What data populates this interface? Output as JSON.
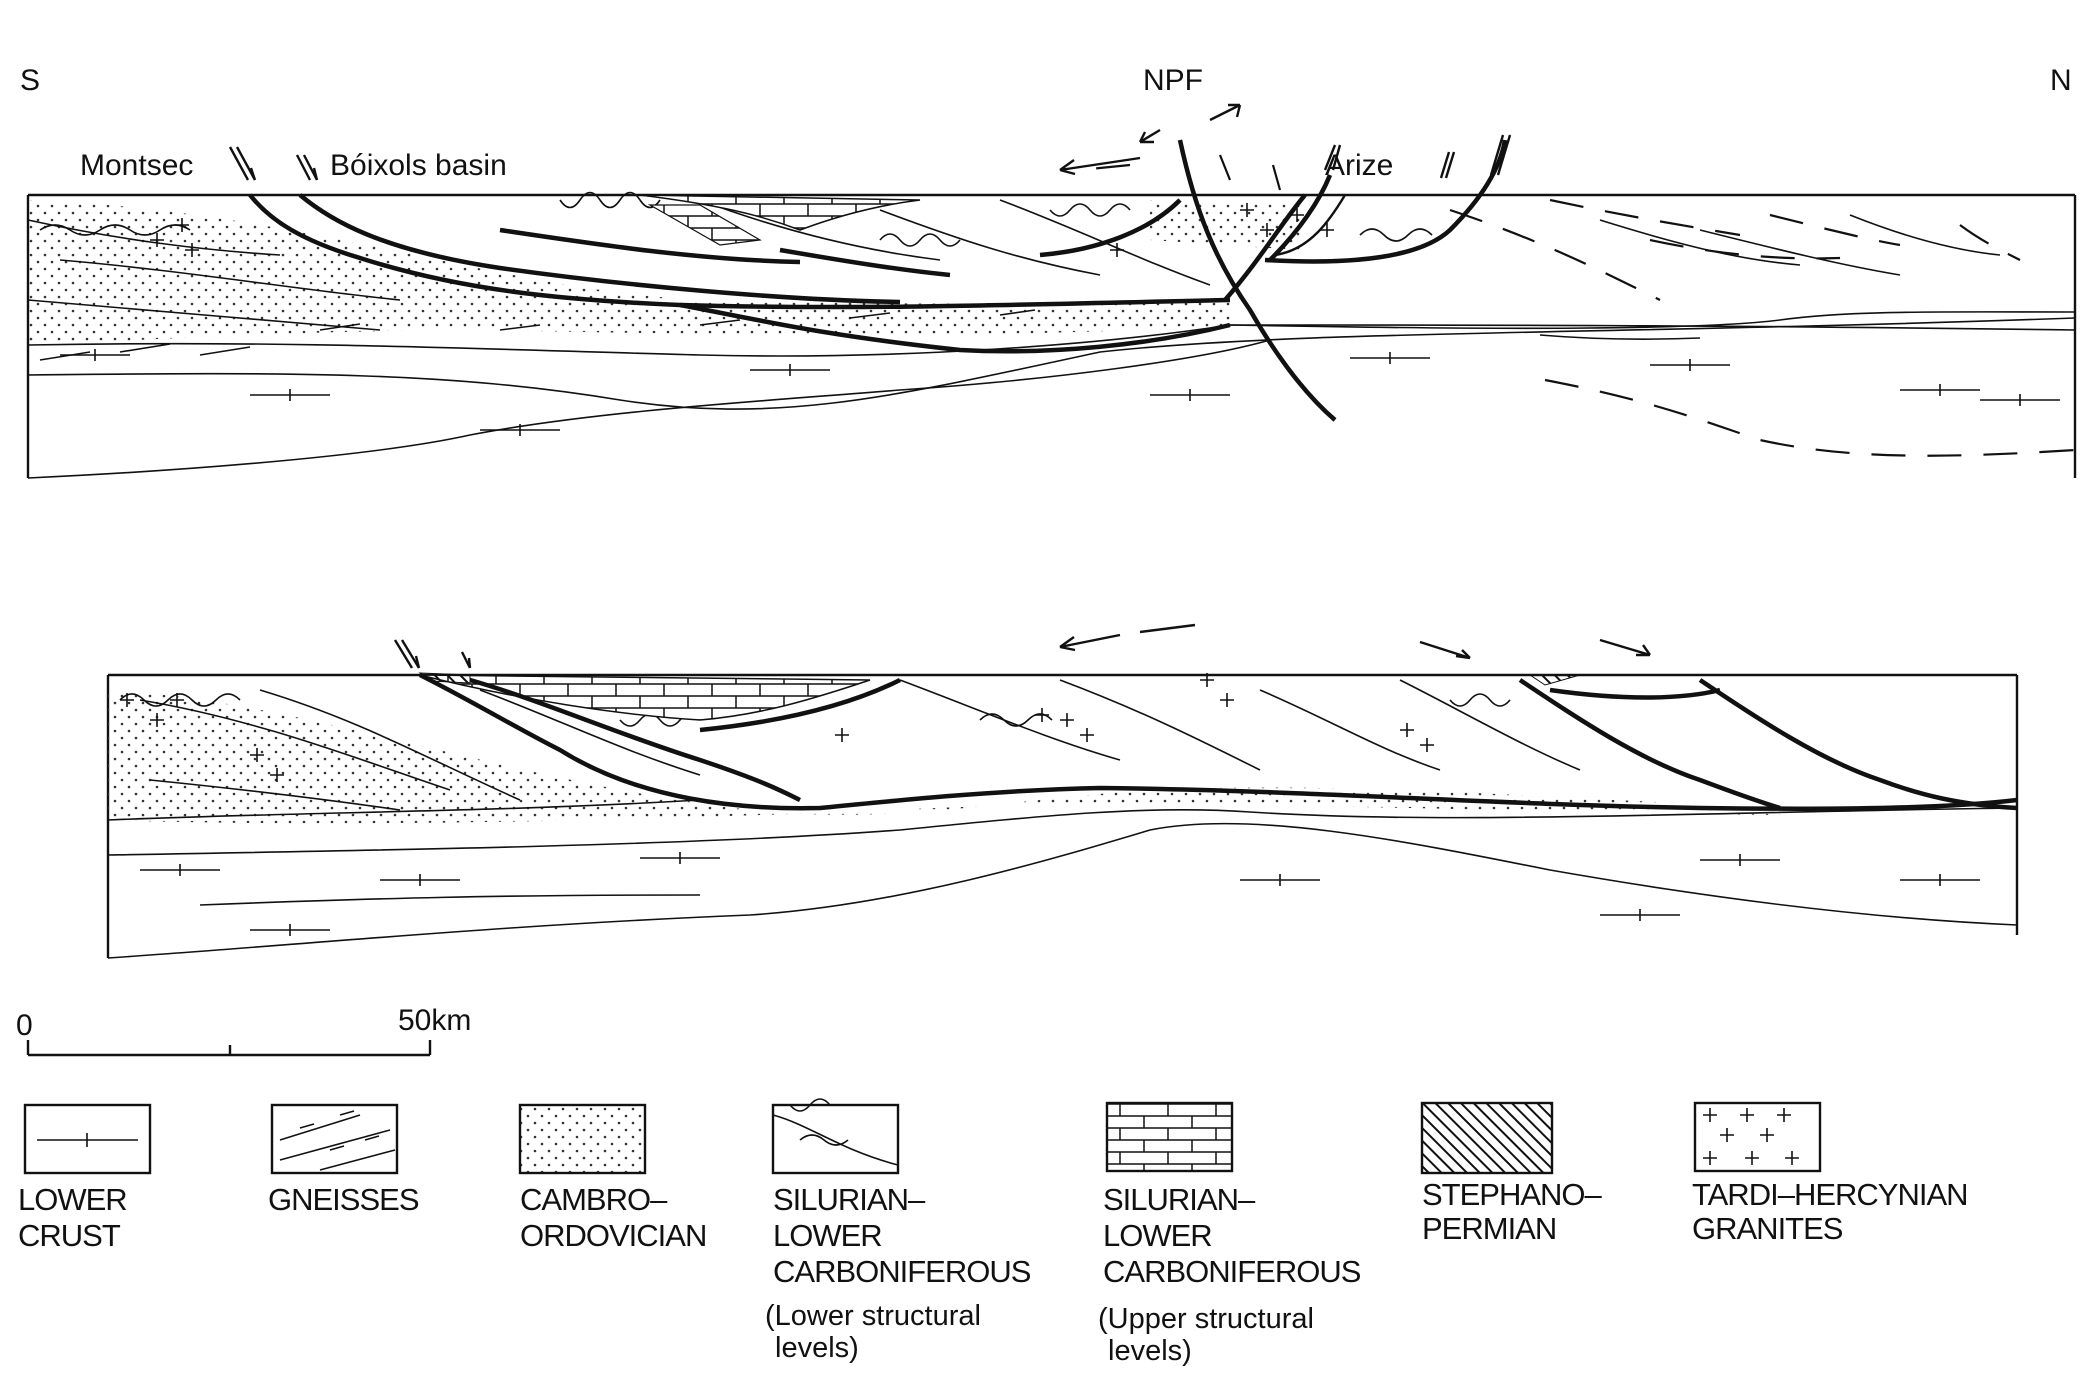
{
  "section_top": {
    "left_end": "S",
    "right_end": "N",
    "fault_label": "NPF",
    "place_left": "Montsec",
    "place_mid": "Bóixols basin",
    "place_right": "Arize"
  },
  "scale_bar": {
    "start_label": "0",
    "end_label": "50km"
  },
  "legend": [
    {
      "id": "lower-crust",
      "lines": [
        "LOWER",
        "CRUST"
      ],
      "note": []
    },
    {
      "id": "gneisses",
      "lines": [
        "GNEISSES"
      ],
      "note": []
    },
    {
      "id": "cambro-ordovician",
      "lines": [
        "CAMBRO–",
        "ORDOVICIAN"
      ],
      "note": []
    },
    {
      "id": "silurian-lower",
      "lines": [
        "SILURIAN–",
        "LOWER",
        "CARBONIFEROUS"
      ],
      "note": [
        "(Lower structural",
        "levels)"
      ]
    },
    {
      "id": "silurian-upper",
      "lines": [
        "SILURIAN–",
        "LOWER",
        "CARBONIFEROUS"
      ],
      "note": [
        "(Upper structural",
        "levels)"
      ]
    },
    {
      "id": "stephano-permian",
      "lines": [
        "STEPHANO–",
        "PERMIAN"
      ],
      "note": []
    },
    {
      "id": "granites",
      "lines": [
        "TARDI–HERCYNIAN",
        "GRANITES"
      ],
      "note": []
    }
  ]
}
